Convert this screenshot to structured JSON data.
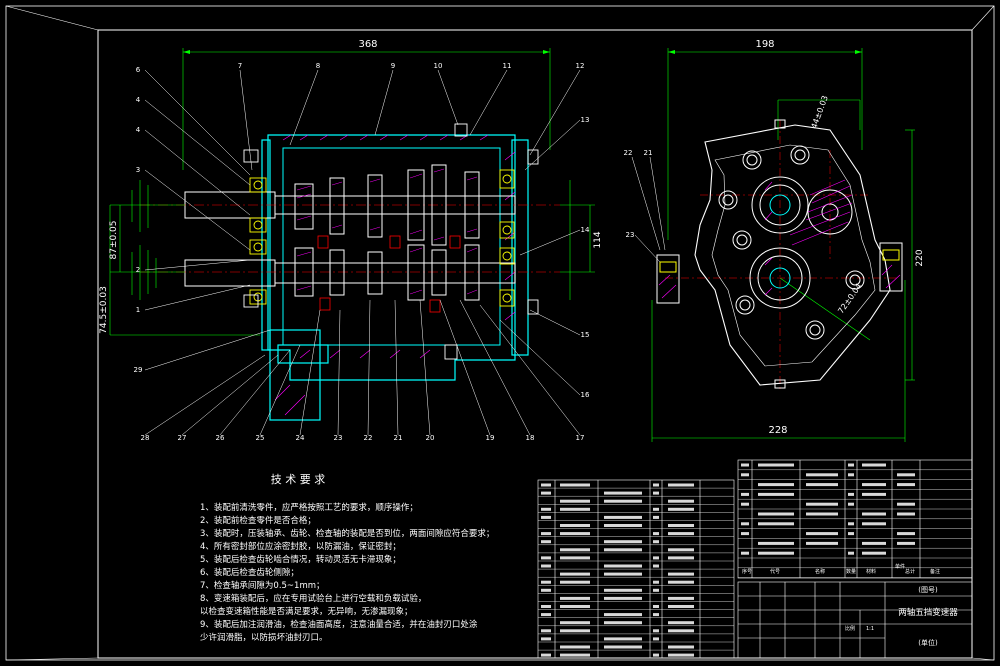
{
  "dimensions": {
    "main_width": "368",
    "side_width": "198",
    "bottom_width": "228",
    "right_height": "220",
    "vert_left_top": "87±0.05",
    "vert_left_bottom": "74.5±0.03",
    "vert_right": "114",
    "gear_center": "44±0.03",
    "diag": "72±0.04"
  },
  "callouts_top": [
    "7",
    "8",
    "9",
    "10",
    "11",
    "12"
  ],
  "callouts_left": [
    "6",
    "4",
    "4",
    "3",
    "2",
    "1",
    "29"
  ],
  "callouts_right": [
    "13",
    "14",
    "15",
    "16"
  ],
  "callouts_bottom": [
    "28",
    "27",
    "26",
    "25",
    "24",
    "23",
    "22",
    "21",
    "20",
    "19",
    "18",
    "17"
  ],
  "callouts_side": [
    "22",
    "21",
    "23"
  ],
  "tech": {
    "title": "技 术 要 求",
    "lines": [
      "1、装配前清洗零件，应严格按照工艺的要求，顺序操作；",
      "2、装配前检查零件是否合格；",
      "3、装配时，压装轴承、齿轮、检查轴的装配是否到位，两面间隙应符合要求；",
      "4、所有密封部位应涂密封胶，以防漏油，保证密封；",
      "5、装配后检查齿轮啮合情况，转动灵活无卡滞现象；",
      "6、装配后检查齿轮侧隙；",
      "7、检查轴承间隙为0.5~1mm；",
      "8、变速箱装配后，应在专用试验台上进行空载和负载试验，",
      "以检查变速箱性能是否满足要求，无异响，无渗漏现象；",
      "9、装配后加注润滑油，检查油面高度，注意油量合适，并在油封刃口处涂",
      "少许润滑脂，以防损坏油封刃口。"
    ]
  },
  "title_block": {
    "name": "两轴五挡变速器",
    "sheet": "(图号)",
    "company": "(单位)",
    "headers": [
      "序号",
      "代号",
      "名称",
      "数量",
      "材料",
      "单件",
      "总计",
      "备注"
    ],
    "scale_label": "比例",
    "scale": "1:1"
  },
  "colors": {
    "background": "#000000",
    "outline": "#ffffff",
    "housing": "#00ffff",
    "dimension": "#00ff00",
    "hatch": "#ff00ff",
    "highlight": "#ffff00",
    "accent": "#ff0000"
  }
}
